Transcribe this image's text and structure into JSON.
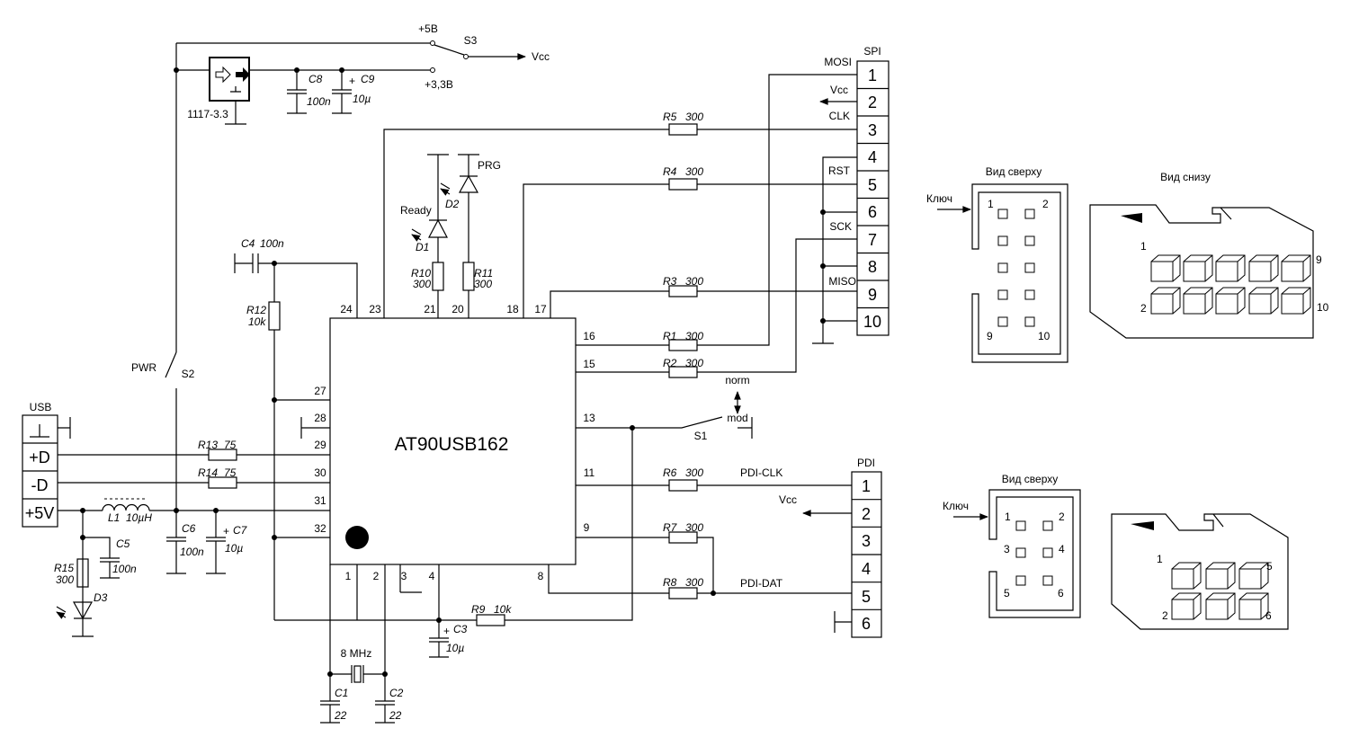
{
  "ic": {
    "name": "AT90USB162",
    "pins_top": [
      "24",
      "23",
      "21",
      "20",
      "18",
      "17"
    ],
    "pins_left": [
      "27",
      "28",
      "29",
      "30",
      "31",
      "32"
    ],
    "pins_right": [
      "16",
      "15",
      "13",
      "11",
      "9",
      "8"
    ],
    "pins_bottom": [
      "1",
      "2",
      "3",
      "4"
    ]
  },
  "power": {
    "v5": "+5В",
    "v33": "+3,3В",
    "vcc": "Vcc",
    "s3": "S3",
    "reg": "1117-3.3",
    "c8": "C8",
    "c8v": "100n",
    "c9": "C9",
    "c9v": "10µ",
    "plus": "+"
  },
  "spi": {
    "title": "SPI",
    "pins": [
      "1",
      "2",
      "3",
      "4",
      "5",
      "6",
      "7",
      "8",
      "9",
      "10"
    ],
    "mosi": "MOSI",
    "vcc": "Vcc",
    "clk": "CLK",
    "rst": "RST",
    "sck": "SCK",
    "miso": "MISO"
  },
  "resistors": {
    "r5": "R5",
    "r4": "R4",
    "r3": "R3",
    "r1": "R1",
    "r2": "R2",
    "r6": "R6",
    "r7": "R7",
    "r8": "R8",
    "v300": "300",
    "r9": "R9",
    "r9v": "10k",
    "r12": "R12",
    "r12v": "10k",
    "r10": "R10",
    "r11": "R11",
    "r13": "R13",
    "r14": "R14",
    "v75": "75",
    "r15": "R15"
  },
  "leds": {
    "prg": "PRG",
    "d2": "D2",
    "ready": "Ready",
    "d1": "D1",
    "d3": "D3"
  },
  "caps": {
    "c4": "C4",
    "c4v": "100n",
    "c5": "C5",
    "c5v": "100n",
    "c6": "C6",
    "c6v": "100n",
    "c7": "C7",
    "c7v": "10µ",
    "c3": "C3",
    "c3v": "10µ",
    "c1": "C1",
    "c2": "C2",
    "c12v": "22",
    "crystal": "8 MHz"
  },
  "usb": {
    "title": "USB",
    "d_plus": "+D",
    "d_minus": "-D",
    "v5": "+5V",
    "l1": "L1",
    "l1v": "10µH"
  },
  "switches": {
    "pwr": "PWR",
    "s2": "S2",
    "s1": "S1",
    "norm": "norm",
    "mod": "mod"
  },
  "pdi": {
    "title": "PDI",
    "pins": [
      "1",
      "2",
      "3",
      "4",
      "5",
      "6"
    ],
    "clk": "PDI-CLK",
    "vcc": "Vcc",
    "dat": "PDI-DAT"
  },
  "views": {
    "top": "Вид сверху",
    "bottom": "Вид снизу",
    "key": "Ключ",
    "n1": "1",
    "n2": "2",
    "n3": "3",
    "n4": "4",
    "n5": "5",
    "n6": "6",
    "n9": "9",
    "n10": "10"
  }
}
